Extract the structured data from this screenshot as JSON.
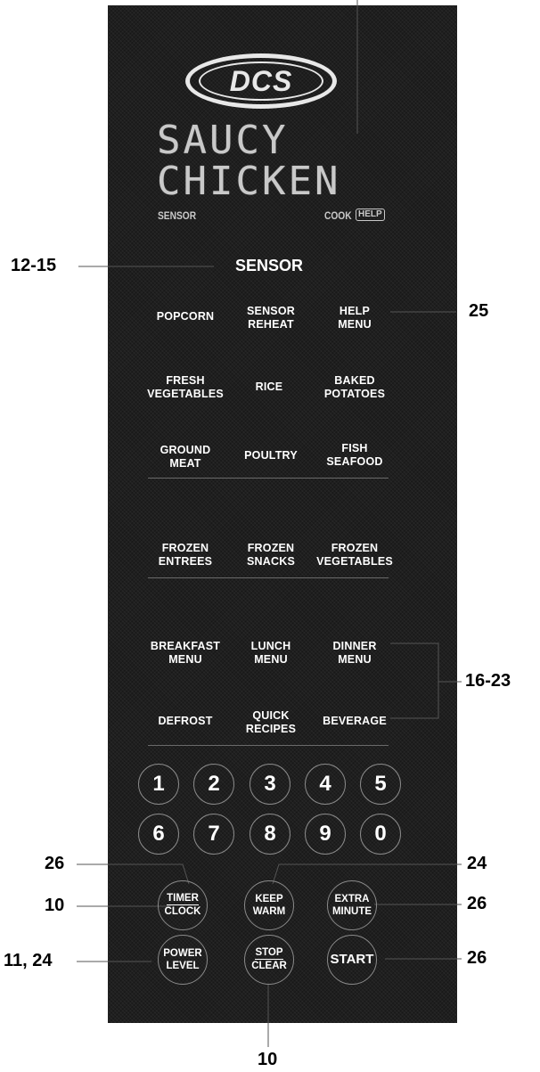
{
  "brand": {
    "logo_text": "DCS"
  },
  "display": {
    "line1": "SAUCY",
    "line2": "CHICKEN",
    "indicator_left": "SENSOR",
    "indicator_right": "COOK",
    "help_badge": "HELP"
  },
  "sensor_section": {
    "title": "SENSOR",
    "keys": [
      "POPCORN",
      "SENSOR\nREHEAT",
      "HELP\nMENU",
      "FRESH\nVEGETABLES",
      "RICE",
      "BAKED\nPOTATOES",
      "GROUND\nMEAT",
      "POULTRY",
      "FISH\nSEAFOOD"
    ]
  },
  "frozen_section": {
    "keys": [
      "FROZEN\nENTREES",
      "FROZEN\nSNACKS",
      "FROZEN\nVEGETABLES"
    ]
  },
  "menu_section": {
    "keys": [
      "BREAKFAST\nMENU",
      "LUNCH\nMENU",
      "DINNER\nMENU",
      "DEFROST",
      "QUICK\nRECIPES",
      "BEVERAGE"
    ]
  },
  "number_pad": [
    "1",
    "2",
    "3",
    "4",
    "5",
    "6",
    "7",
    "8",
    "9",
    "0"
  ],
  "function_buttons": {
    "timer_clock": {
      "line1": "TIMER",
      "line2": "CLOCK"
    },
    "keep_warm": {
      "line1": "KEEP",
      "line2": "WARM"
    },
    "extra_minute": {
      "line1": "EXTRA",
      "line2": "MINUTE"
    },
    "power_level": {
      "line1": "POWER",
      "line2": "LEVEL"
    },
    "stop_clear": {
      "line1": "STOP",
      "line2": "CLEAR"
    },
    "start": "START"
  },
  "callouts": {
    "sensor_range": "12-15",
    "help_menu": "25",
    "menu_range": "16-23",
    "timer_top": "26",
    "clock": "10",
    "power_level": "11, 24",
    "keep_warm": "24",
    "extra_minute": "26",
    "start": "26",
    "stop_clear": "10"
  },
  "colors": {
    "panel": "#1f1f1f",
    "text": "#ffffff",
    "lcd": "#c9c9c9",
    "callout": "#000000"
  }
}
